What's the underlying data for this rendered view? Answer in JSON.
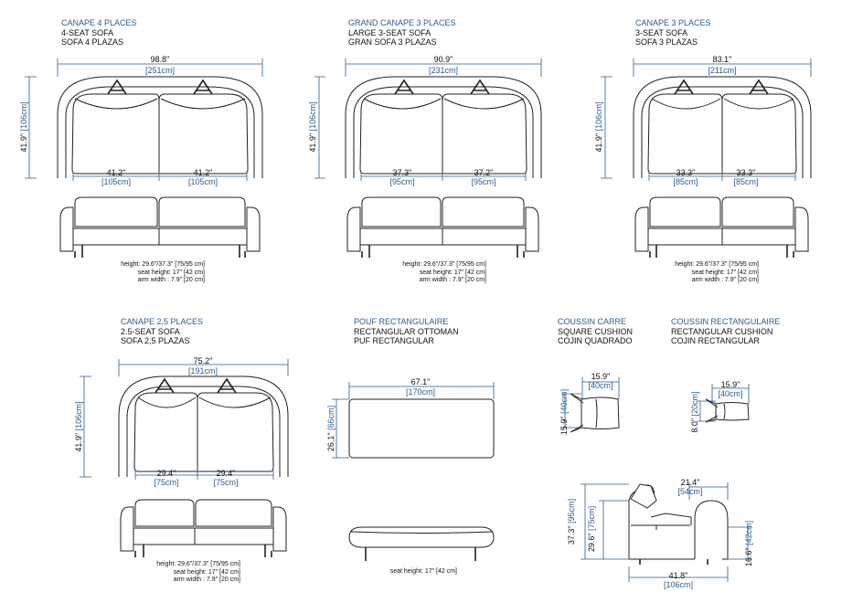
{
  "products": [
    {
      "id": "sofa4",
      "title": [
        "CANAPE 4 PLACES",
        "4-SEAT SOFA",
        "SOFA 4 PLAZAS"
      ],
      "width": {
        "in": "98.8\"",
        "cm": "[251cm]"
      },
      "depth": {
        "in": "41.9\"",
        "cm": "[106cm]"
      },
      "seats": [
        {
          "in": "41.2\"",
          "cm": "[105cm]"
        },
        {
          "in": "41.2\"",
          "cm": "[105cm]"
        }
      ],
      "specs": [
        "height: 29.6\"/37.3\" [75/95 cm]",
        "seat height: 17\" [42 cm]",
        "arm width : 7.9\" [20 cm]"
      ]
    },
    {
      "id": "sofa3l",
      "title": [
        "GRAND CANAPE 3 PLACES",
        "LARGE 3-SEAT SOFA",
        "GRAN SOFA 3 PLAZAS"
      ],
      "width": {
        "in": "90.9\"",
        "cm": "[231cm]"
      },
      "depth": {
        "in": "41.9\"",
        "cm": "[106cm]"
      },
      "seats": [
        {
          "in": "37.3\"",
          "cm": "[95cm]"
        },
        {
          "in": "37.2\"",
          "cm": "[95cm]"
        }
      ],
      "specs": [
        "height: 29.6\"/37.3\" [75/95 cm]",
        "seat height: 17\" [42 cm]",
        "arm width : 7.9\" [20 cm]"
      ]
    },
    {
      "id": "sofa3",
      "title": [
        "CANAPE 3 PLACES",
        "3-SEAT SOFA",
        "SOFA 3 PLAZAS"
      ],
      "width": {
        "in": "83.1\"",
        "cm": "[211cm]"
      },
      "depth": {
        "in": "41.9\"",
        "cm": "[106cm]"
      },
      "seats": [
        {
          "in": "33.3\"",
          "cm": "[85cm]"
        },
        {
          "in": "33.3\"",
          "cm": "[85cm]"
        }
      ],
      "specs": [
        "height: 29.6\"/37.3\" [75/95 cm]",
        "seat height: 17\" [42 cm]",
        "arm width : 7.9\" [20 cm]"
      ]
    },
    {
      "id": "sofa25",
      "title": [
        "CANAPE 2,5 PLACES",
        "2.5-SEAT SOFA",
        "SOFA 2,5 PLAZAS"
      ],
      "width": {
        "in": "75.2\"",
        "cm": "[191cm]"
      },
      "depth": {
        "in": "41.9\"",
        "cm": "[106cm]"
      },
      "seats": [
        {
          "in": "29.4\"",
          "cm": "[75cm]"
        },
        {
          "in": "29.4\"",
          "cm": "[75cm]"
        }
      ],
      "specs": [
        "height: 29.6\"/37.3\" [75/95 cm]",
        "seat height: 17\" [42 cm]",
        "arm width : 7.9\" [20 cm]"
      ]
    }
  ],
  "ottoman": {
    "title": [
      "POUF RECTANGULAIRE",
      "RECTANGULAR OTTOMAN",
      "PUF RECTANGULAR"
    ],
    "width": {
      "in": "67.1\"",
      "cm": "[170cm]"
    },
    "depth": {
      "in": "26.1\"",
      "cm": "[66cm]"
    },
    "spec": "seat height: 17\" [42 cm]"
  },
  "square_cushion": {
    "title": [
      "COUSSIN CARRE",
      "SQUARE CUSHION",
      "COJIN QUADRADO"
    ],
    "width": {
      "in": "15.9\"",
      "cm": "[40cm]"
    },
    "height": {
      "in": "15.9\"",
      "cm": "[40cm]"
    }
  },
  "rect_cushion": {
    "title": [
      "COUSSIN RECTANGULAIRE",
      "RECTANGULAR CUSHION",
      "COJIN RECTANGULAR"
    ],
    "width": {
      "in": "15.9\"",
      "cm": "[40cm]"
    },
    "height": {
      "in": "8.0\"",
      "cm": "[20cm]"
    }
  },
  "side_view": {
    "arm": {
      "in": "21.4\"",
      "cm": "[54cm]"
    },
    "total_height": {
      "in": "37.3\"",
      "cm": "[95cm]"
    },
    "back_height": {
      "in": "29.6\"",
      "cm": "[75cm]"
    },
    "seat_height": {
      "in": "16.6\"",
      "cm": "[42cm]"
    },
    "depth": {
      "in": "41.8\"",
      "cm": "[106cm]"
    }
  }
}
